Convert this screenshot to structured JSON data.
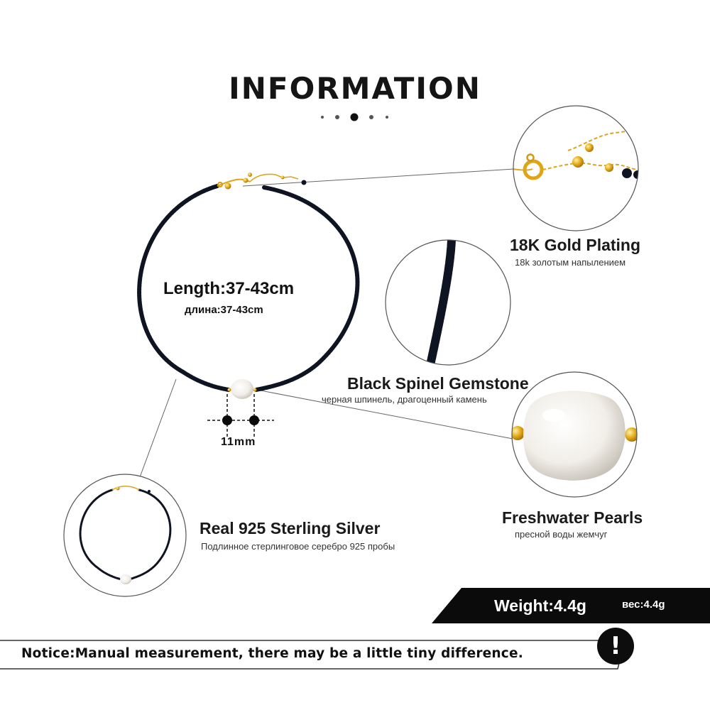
{
  "heading": {
    "title": "INFORMATION"
  },
  "length": {
    "label": "Length:37-43cm",
    "label_ru": "длина:37-43cm"
  },
  "pearl_size": {
    "label": "11mm"
  },
  "features": {
    "gold": {
      "title": "18K Gold Plating",
      "subtitle": "18k золотым напылением"
    },
    "spinel": {
      "title": "Black Spinel Gemstone",
      "subtitle": "черная шпинель, драгоценный камень"
    },
    "pearl": {
      "title": "Freshwater Pearls",
      "subtitle": "пресной воды жемчуг"
    },
    "silver": {
      "title": "Real 925  Sterling  Silver",
      "subtitle": "Подлинное стерлинговое серебро 925 пробы"
    }
  },
  "weight": {
    "label": "Weight:4.4g",
    "label_ru": "вес:4.4g"
  },
  "notice": {
    "text": "Notice:Manual measurement, there may be a little tiny difference.",
    "badge": "!"
  },
  "colors": {
    "gold": "#e0a516",
    "bead": "#0f1422",
    "pearl": "#f4f1ea",
    "dark_bar": "#0b0b0b"
  }
}
